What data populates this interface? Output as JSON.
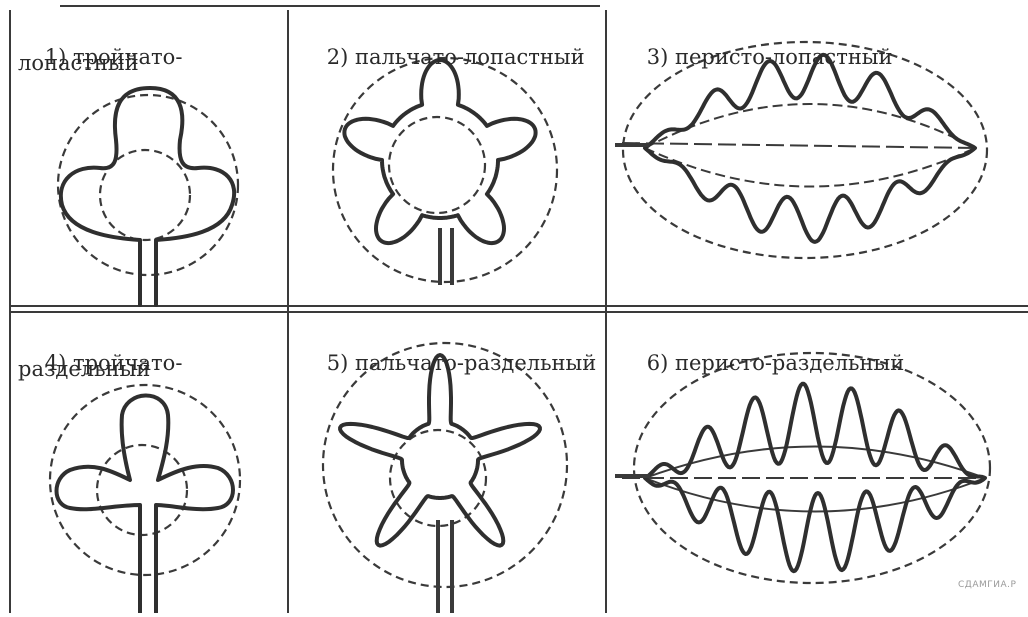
{
  "figure": {
    "cells": [
      {
        "number": "1)",
        "line1": "тройчато-",
        "line2": "лопастный"
      },
      {
        "number": "2)",
        "line1": "пальчато-лопастный",
        "line2": ""
      },
      {
        "number": "3)",
        "line1": "перисто-лопастный",
        "line2": ""
      },
      {
        "number": "4)",
        "line1": "тройчато-",
        "line2": "раздельный"
      },
      {
        "number": "5)",
        "line1": "пальчато-раздельный",
        "line2": ""
      },
      {
        "number": "6)",
        "line1": "перисто-раздельный",
        "line2": ""
      }
    ],
    "watermark": "СДАМГИА.Р"
  },
  "colors": {
    "line": "#2f2f2f",
    "dashed": "#3a3a3a",
    "grid": "#3a3a3a"
  }
}
